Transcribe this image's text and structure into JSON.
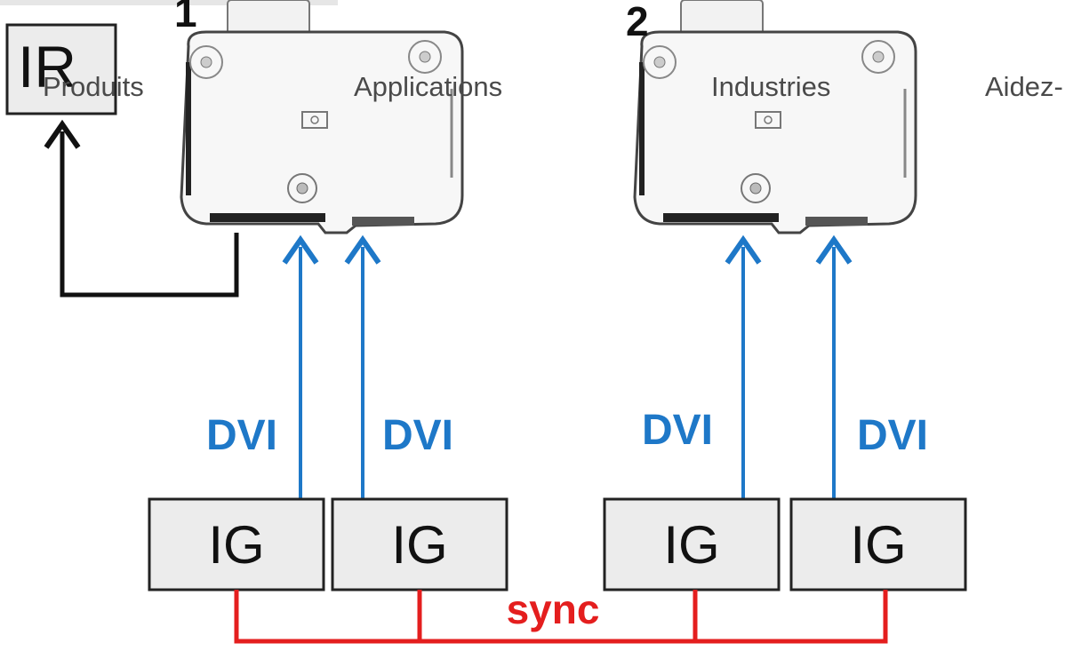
{
  "diagram": {
    "projector_labels": [
      "1",
      "2"
    ],
    "ir_label": "IR",
    "dvi_labels": [
      "DVI",
      "DVI",
      "DVI",
      "DVI"
    ],
    "ig_labels": [
      "IG",
      "IG",
      "IG",
      "IG"
    ],
    "sync_label": "sync",
    "colors": {
      "dvi_blue": "#1e78c8",
      "sync_red": "#e41e1e",
      "box_fill": "#ececec",
      "line_black": "#111111"
    }
  },
  "nav": {
    "items": [
      "Produits",
      "Applications",
      "Industries",
      "Aidez-"
    ]
  }
}
